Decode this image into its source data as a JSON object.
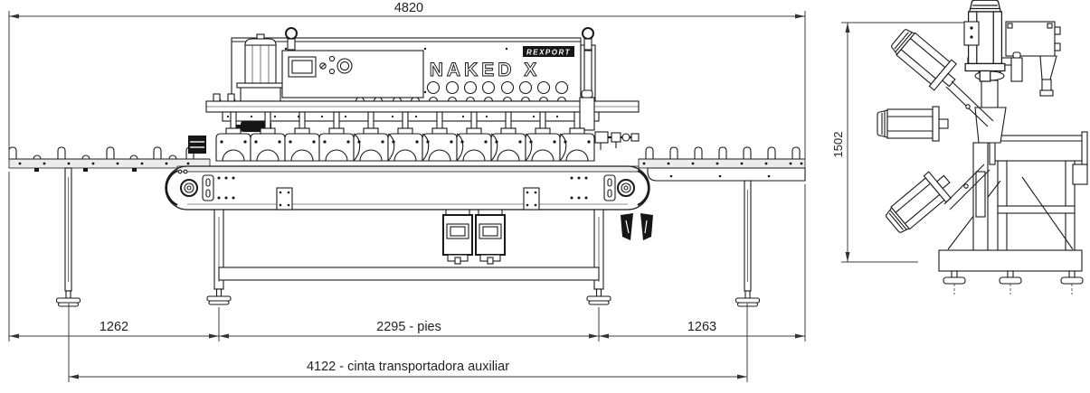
{
  "machine": {
    "name": "NAKED X",
    "brand": "REXPORT"
  },
  "dimensions": {
    "overall_width": "4820",
    "overall_height": "1502",
    "left_conveyor": "1262",
    "feet": "2295 - pies",
    "right_conveyor": "1263",
    "aux_conveyor": "4122 - cinta transportadora auxiliar"
  }
}
